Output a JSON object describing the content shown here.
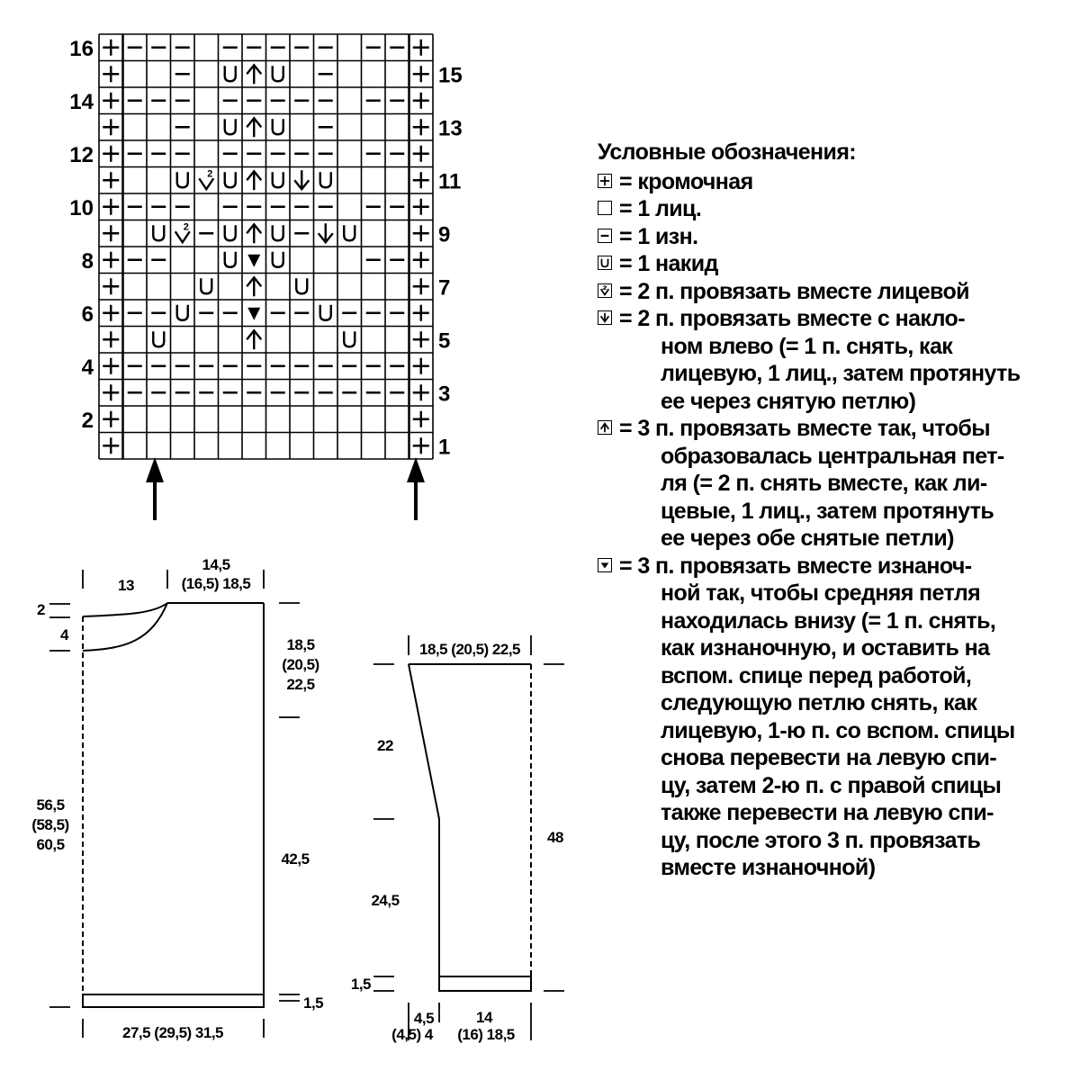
{
  "chart": {
    "rows_labeled_left": [
      "16",
      "14",
      "12",
      "10",
      "8",
      "6",
      "4",
      "2"
    ],
    "rows_labeled_right": [
      "15",
      "13",
      "11",
      "9",
      "7",
      "5",
      "3",
      "1"
    ],
    "symbols": {
      "edge": "+",
      "purl": "–",
      "yo": "U",
      "k2tog": "2",
      "ssk": "↓",
      "k3tog_central": "↑",
      "p3tog": "▼"
    },
    "rows": [
      [
        "+",
        "-",
        "-",
        "-",
        "",
        "-",
        "-",
        "-",
        "-",
        "-",
        "",
        "-",
        "-",
        "+"
      ],
      [
        "+",
        "",
        "",
        "-",
        "",
        "U",
        "A",
        "U",
        "",
        "-",
        "",
        "",
        "",
        "+"
      ],
      [
        "+",
        "-",
        "-",
        "-",
        "",
        "-",
        "-",
        "-",
        "-",
        "-",
        "",
        "-",
        "-",
        "+"
      ],
      [
        "+",
        "",
        "",
        "-",
        "",
        "U",
        "A",
        "U",
        "",
        "-",
        "",
        "",
        "",
        "+"
      ],
      [
        "+",
        "-",
        "-",
        "-",
        "",
        "-",
        "-",
        "-",
        "-",
        "-",
        "",
        "-",
        "-",
        "+"
      ],
      [
        "+",
        "",
        "",
        "U",
        "K",
        "U",
        "A",
        "U",
        "S",
        "U",
        "",
        "",
        "",
        "+"
      ],
      [
        "+",
        "-",
        "-",
        "-",
        "",
        "-",
        "-",
        "-",
        "-",
        "-",
        "",
        "-",
        "-",
        "+"
      ],
      [
        "+",
        "",
        "U",
        "K",
        "-",
        "U",
        "A",
        "U",
        "-",
        "S",
        "U",
        "",
        "",
        "+"
      ],
      [
        "+",
        "-",
        "-",
        "",
        "",
        "U",
        "P",
        "U",
        "",
        "",
        "",
        "-",
        "-",
        "+"
      ],
      [
        "+",
        "",
        "",
        "",
        "U",
        "",
        "A",
        "",
        "U",
        "",
        "",
        "",
        "",
        "+"
      ],
      [
        "+",
        "-",
        "-",
        "U",
        "-",
        "-",
        "P",
        "-",
        "-",
        "U",
        "-",
        "-",
        "-",
        "+"
      ],
      [
        "+",
        "",
        "U",
        "",
        "",
        "",
        "A",
        "",
        "",
        "",
        "U",
        "",
        "",
        "+"
      ],
      [
        "+",
        "-",
        "-",
        "-",
        "-",
        "-",
        "-",
        "-",
        "-",
        "-",
        "-",
        "-",
        "-",
        "+"
      ],
      [
        "+",
        "-",
        "-",
        "-",
        "-",
        "-",
        "-",
        "-",
        "-",
        "-",
        "-",
        "-",
        "-",
        "+"
      ],
      [
        "+",
        "",
        "",
        "",
        "",
        "",
        "",
        "",
        "",
        "",
        "",
        "",
        "",
        "+"
      ],
      [
        "+",
        "",
        "",
        "",
        "",
        "",
        "",
        "",
        "",
        "",
        "",
        "",
        "",
        "+"
      ]
    ]
  },
  "front": {
    "shoulder": "13",
    "neck_line1": "14,5",
    "neck_line2": "(16,5) 18,5",
    "neck_drop_back": "2",
    "neck_drop_front": "4",
    "armhole_1": "18,5",
    "armhole_2": "(20,5)",
    "armhole_3": "22,5",
    "total_1": "56,5",
    "total_2": "(58,5)",
    "total_3": "60,5",
    "side": "42,5",
    "rib": "1,5",
    "width": "27,5 (29,5) 31,5"
  },
  "sleeve": {
    "top": "18,5 (20,5) 22,5",
    "cap": "22",
    "length": "24,5",
    "total": "48",
    "rib": "1,5",
    "bottom_left_1": "4,5",
    "bottom_left_2": "(4,5) 4",
    "bottom_right_1": "14",
    "bottom_right_2": "(16) 18,5"
  },
  "legend": {
    "title": "Условные обозначения:",
    "items": [
      {
        "icon": "edge-stitch-icon",
        "first": "= кромочная",
        "rest": []
      },
      {
        "icon": "knit-stitch-icon",
        "first": "= 1 лиц.",
        "rest": []
      },
      {
        "icon": "purl-stitch-icon",
        "first": "= 1 изн.",
        "rest": []
      },
      {
        "icon": "yarn-over-icon",
        "first": "= 1 накид",
        "rest": []
      },
      {
        "icon": "k2tog-icon",
        "first": "= 2 п. провязать вместе лицевой",
        "rest": []
      },
      {
        "icon": "ssk-icon",
        "first": "= 2 п. провязать вместе с накло-",
        "rest": [
          "ном влево (= 1 п. снять, как",
          "лицевую, 1 лиц., затем протянуть",
          "ее через снятую петлю)"
        ]
      },
      {
        "icon": "central-3tog-icon",
        "first": "= 3 п. провязать вместе так, чтобы",
        "rest": [
          "образовалась центральная пет-",
          "ля (= 2 п. снять вместе, как ли-",
          "цевые, 1 лиц., затем протянуть",
          "ее через обе снятые петли)"
        ]
      },
      {
        "icon": "purl-3tog-icon",
        "first": "= 3 п. провязать вместе изнаноч-",
        "rest": [
          "ной так, чтобы средняя петля",
          "находилась внизу (= 1 п. снять,",
          "как изнаночную, и оставить на",
          "вспом. спице перед работой,",
          "следующую петлю снять, как",
          "лицевую, 1-ю п. со вспом. спицы",
          "снова перевести на левую спи-",
          "цу, затем 2-ю п. с правой спицы",
          "также перевести на левую спи-",
          "цу, после этого 3 п. провязать",
          "вместе изнаночной)"
        ]
      }
    ]
  }
}
